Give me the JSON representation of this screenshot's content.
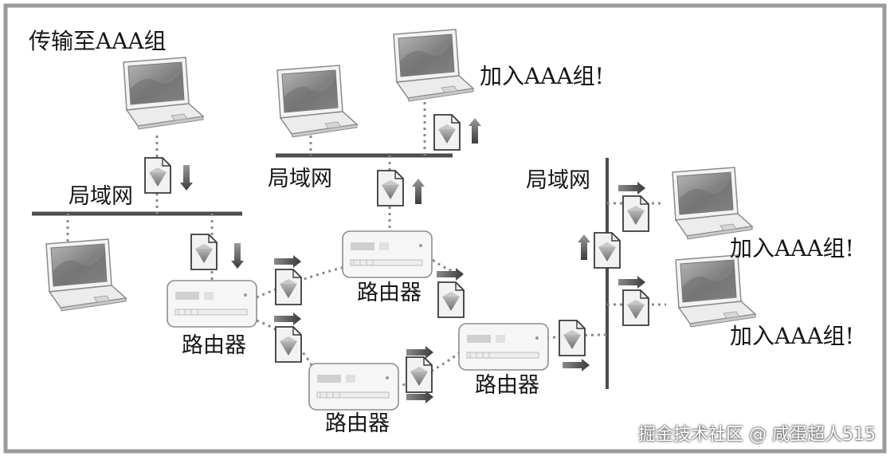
{
  "labels": {
    "sender": "传输至AAA组",
    "lan_left": "局域网",
    "lan_middle": "局域网",
    "lan_right": "局域网",
    "join_top": "加入AAA组!",
    "join_right_upper": "加入AAA组!",
    "join_right_lower": "加入AAA组!",
    "router_a": "路由器",
    "router_b": "路由器",
    "router_c": "路由器",
    "router_d": "路由器"
  },
  "watermark": "掘金技术社区 @ 咸蛋超人515",
  "colors": {
    "frame": "#9a9a9a",
    "laptop_body": "#e8e8e8",
    "laptop_screen": "#8c8c8c",
    "lan_line": "#4d4d4d",
    "dotted_link": "#8a8a8a",
    "packet_body": "#ececec",
    "packet_mark": "#8e8e8e",
    "arrow": "#555555",
    "router_body": "#f4f4f4"
  },
  "icons": [
    "laptop-icon",
    "packet-icon",
    "router-icon",
    "arrow-icon"
  ]
}
